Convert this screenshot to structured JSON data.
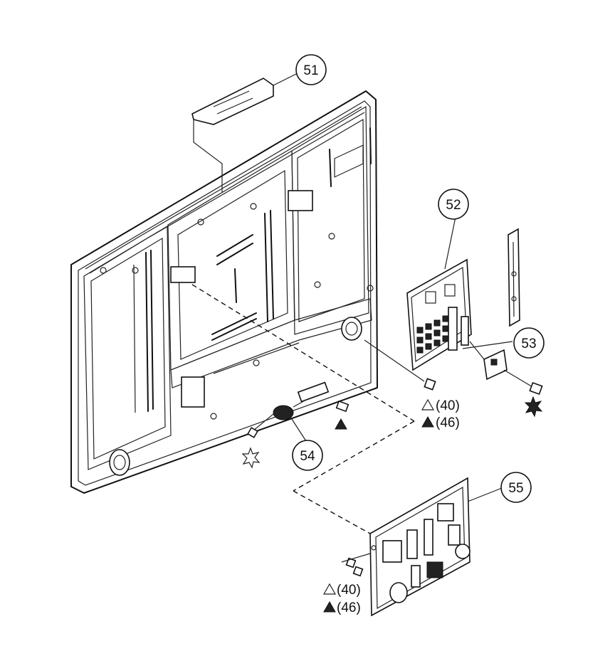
{
  "callouts": [
    {
      "id": "51",
      "label": "51"
    },
    {
      "id": "52",
      "label": "52"
    },
    {
      "id": "53",
      "label": "53"
    },
    {
      "id": "54",
      "label": "54"
    },
    {
      "id": "55",
      "label": "55"
    }
  ],
  "notes": {
    "screw_right": {
      "open": "(40)",
      "filled": "(46)"
    },
    "screw_bottom": {
      "open": "(40)",
      "filled": "(46)"
    }
  },
  "colors": {
    "ink": "#111111",
    "paper": "#ffffff"
  }
}
